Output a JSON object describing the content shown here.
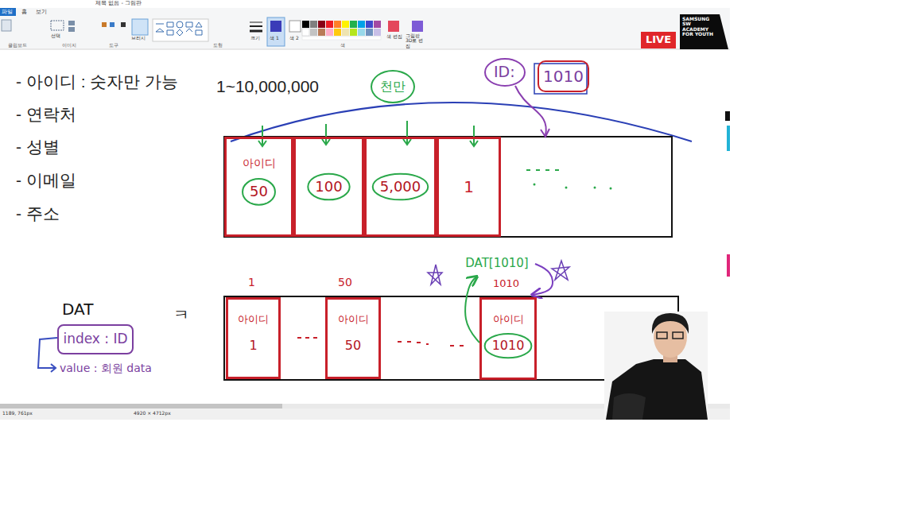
{
  "diagram": {
    "nodes": [
      {
        "text": [
          "아이디",
          "50"
        ]
      },
      {
        "text": [
          "100"
        ]
      },
      {
        "text": [
          "5,000"
        ]
      },
      {
        "text": [
          "1"
        ]
      },
      {
        "text": [
          "1010"
        ]
      },
      {
        "text": [
          "천만"
        ]
      },
      {
        "text": [
          "아이디",
          "1"
        ]
      },
      {
        "text": [
          "아이디",
          "50"
        ]
      },
      {
        "text": [
          "아이디",
          "1010"
        ]
      },
      {
        "text": [
          "DAT[1010]"
        ]
      },
      {
        "text": [
          "index : ID"
        ]
      }
    ],
    "edges": [
      {
        "from": 8,
        "to": 9,
        "arrow": "to"
      },
      {
        "from": 9,
        "to": 8,
        "arrow": "to"
      }
    ],
    "labels": [
      "파일",
      "홈",
      "보기",
      "제목 없음 - 그림판",
      "LIVE",
      "SAMSUNG SW ACADEMY FOR YOUTH",
      "- 아이디 : 숫자만 가능",
      "- 연락처",
      "- 성별",
      "- 이메일",
      "- 주소",
      "1~10,000,000",
      "ID:",
      "DAT",
      "ㅋ",
      "value : 회원 data",
      "1",
      "50",
      "1010",
      "1189, 761px",
      "4920 × 4712px",
      "클립보드",
      "이미지",
      "도구",
      "도형",
      "크기",
      "색 1",
      "색 2",
      "색",
      "색 편집",
      "그림판 3D로 편집",
      "선택",
      "브러시"
    ]
  }
}
